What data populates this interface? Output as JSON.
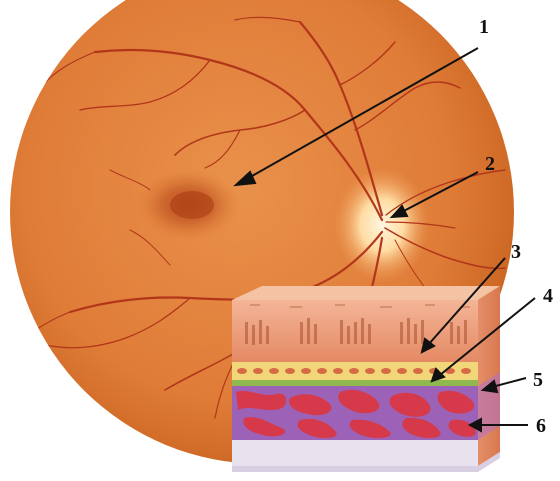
{
  "labels": [
    {
      "id": "1",
      "text": "1"
    },
    {
      "id": "2",
      "text": "2"
    },
    {
      "id": "3",
      "text": "3"
    },
    {
      "id": "4",
      "text": "4"
    },
    {
      "id": "5",
      "text": "5"
    },
    {
      "id": "6",
      "text": "6"
    }
  ],
  "colors": {
    "fundus": "#e0803c",
    "fundus_edge": "#c4611f",
    "vessel": "#b2361a",
    "macula": "#c0541c",
    "optic_disc": "#ffe6b4",
    "photoreceptor_layer": "#e88d63",
    "rpe_layer": "#f2d67a",
    "bruch_membrane": "#8fb84f",
    "choroid_purple": "#9b62b8",
    "choroid_red": "#d63a4a",
    "sclera": "#e8e2ee"
  }
}
